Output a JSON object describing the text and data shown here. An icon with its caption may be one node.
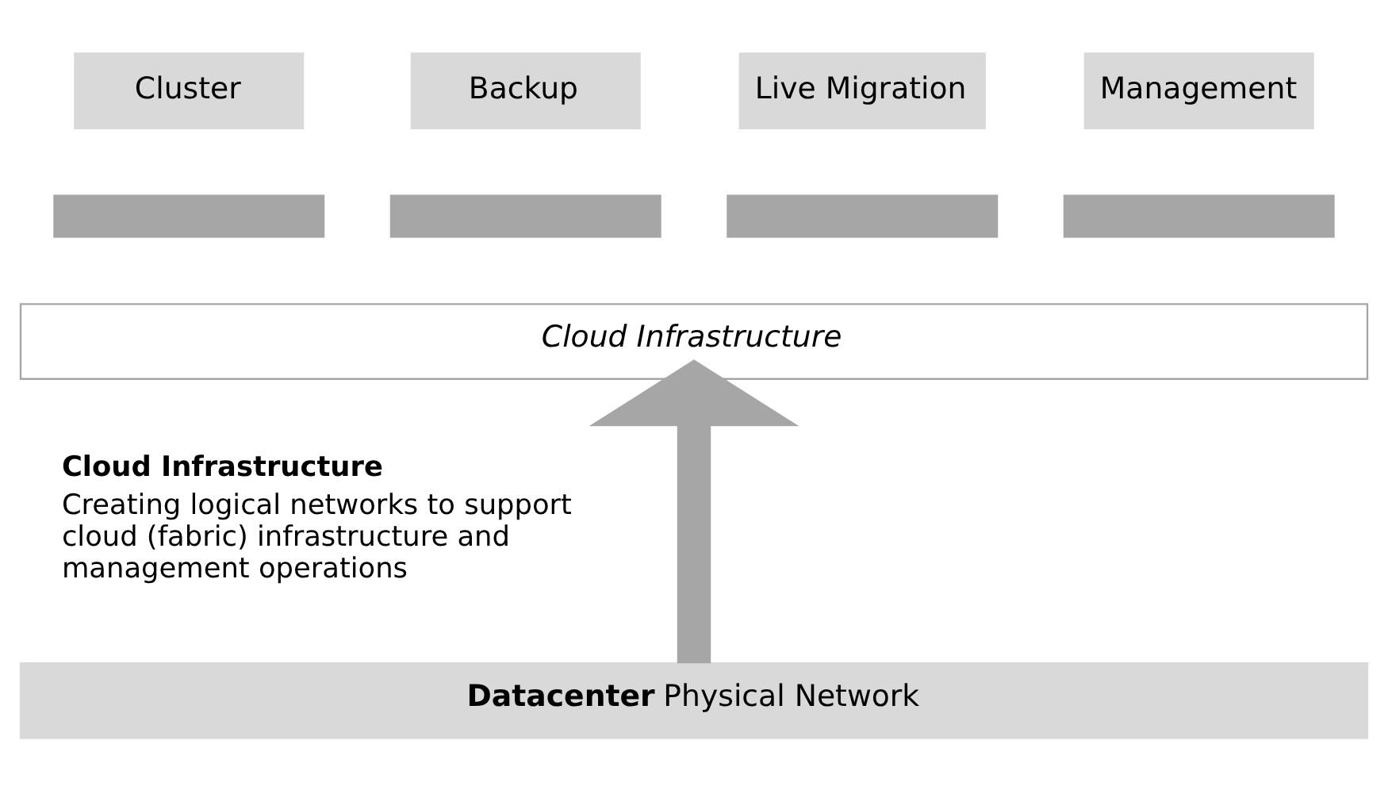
{
  "diagram": {
    "nodes": [
      {
        "text": [
          "Cluster"
        ]
      },
      {
        "text": [
          "Backup"
        ]
      },
      {
        "text": [
          "Live Migration"
        ]
      },
      {
        "text": [
          "Management"
        ]
      },
      {
        "text": [],
        "shape": "bar"
      },
      {
        "text": [],
        "shape": "bar"
      },
      {
        "text": [],
        "shape": "bar"
      },
      {
        "text": [],
        "shape": "bar"
      },
      {
        "text": [
          "Cloud Infrastructure"
        ]
      },
      {
        "text": [
          "**Datacenter** Physical Network"
        ]
      }
    ],
    "edges": [
      {
        "from": 9,
        "to": 8,
        "arrow": "to"
      }
    ],
    "labels": [
      "Cloud Infrastructure",
      "Creating logical networks to support cloud (fabric) infrastructure and management operations"
    ]
  }
}
